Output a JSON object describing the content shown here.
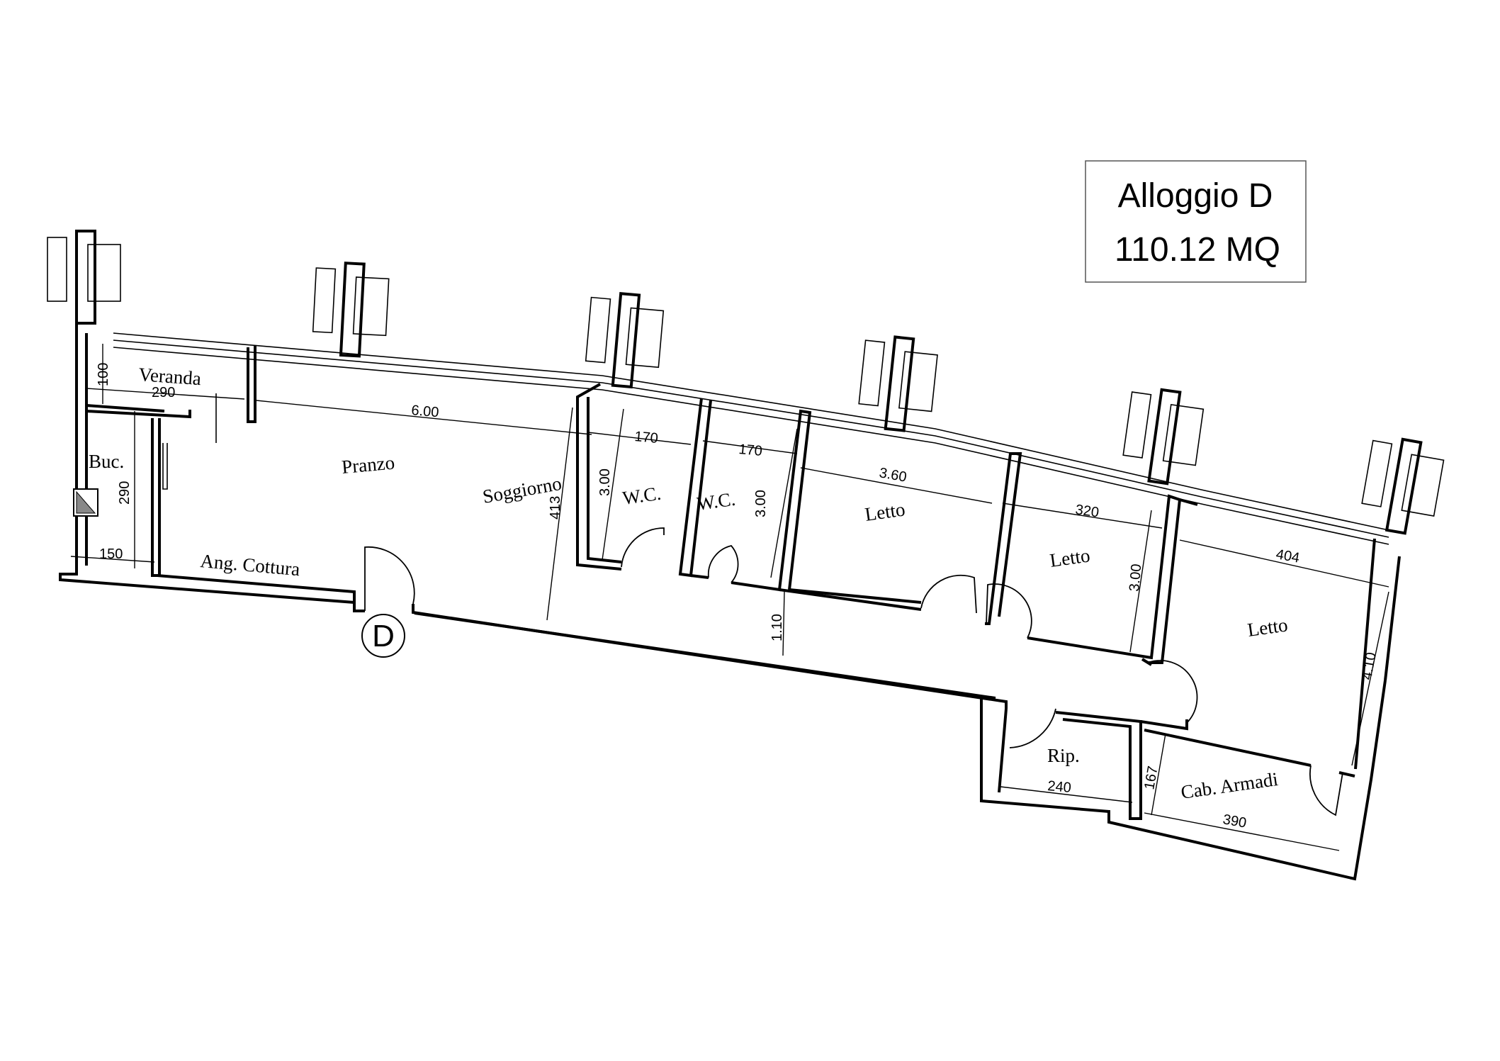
{
  "title": {
    "name": "Alloggio D",
    "area": "110.12 MQ"
  },
  "entrance_marker": "D",
  "rooms": {
    "veranda": "Veranda",
    "bucato": "Buc.",
    "pranzo": "Pranzo",
    "soggiorno": "Soggiorno",
    "angolo_cottura": "Ang. Cottura",
    "wc_1": "W.C.",
    "wc_2": "W.C.",
    "letto_1": "Letto",
    "letto_2": "Letto",
    "letto_3": "Letto",
    "ripostiglio": "Rip.",
    "cabina_armadi": "Cab. Armadi"
  },
  "dimensions": {
    "veranda_depth": "100",
    "veranda_length": "290",
    "buc_depth": "290",
    "buc_width": "150",
    "living_length": "6.00",
    "living_depth": "413",
    "wc1_width": "170",
    "wc1_depth": "3.00",
    "wc2_width": "170",
    "wc2_depth": "3.00",
    "letto1_width": "3.60",
    "corridor_width": "1.10",
    "letto2_width": "320",
    "letto2_depth": "3.00",
    "letto3_width": "404",
    "letto3_depth": "4.10",
    "rip_width": "240",
    "cab_depth": "167",
    "cab_width": "390"
  }
}
